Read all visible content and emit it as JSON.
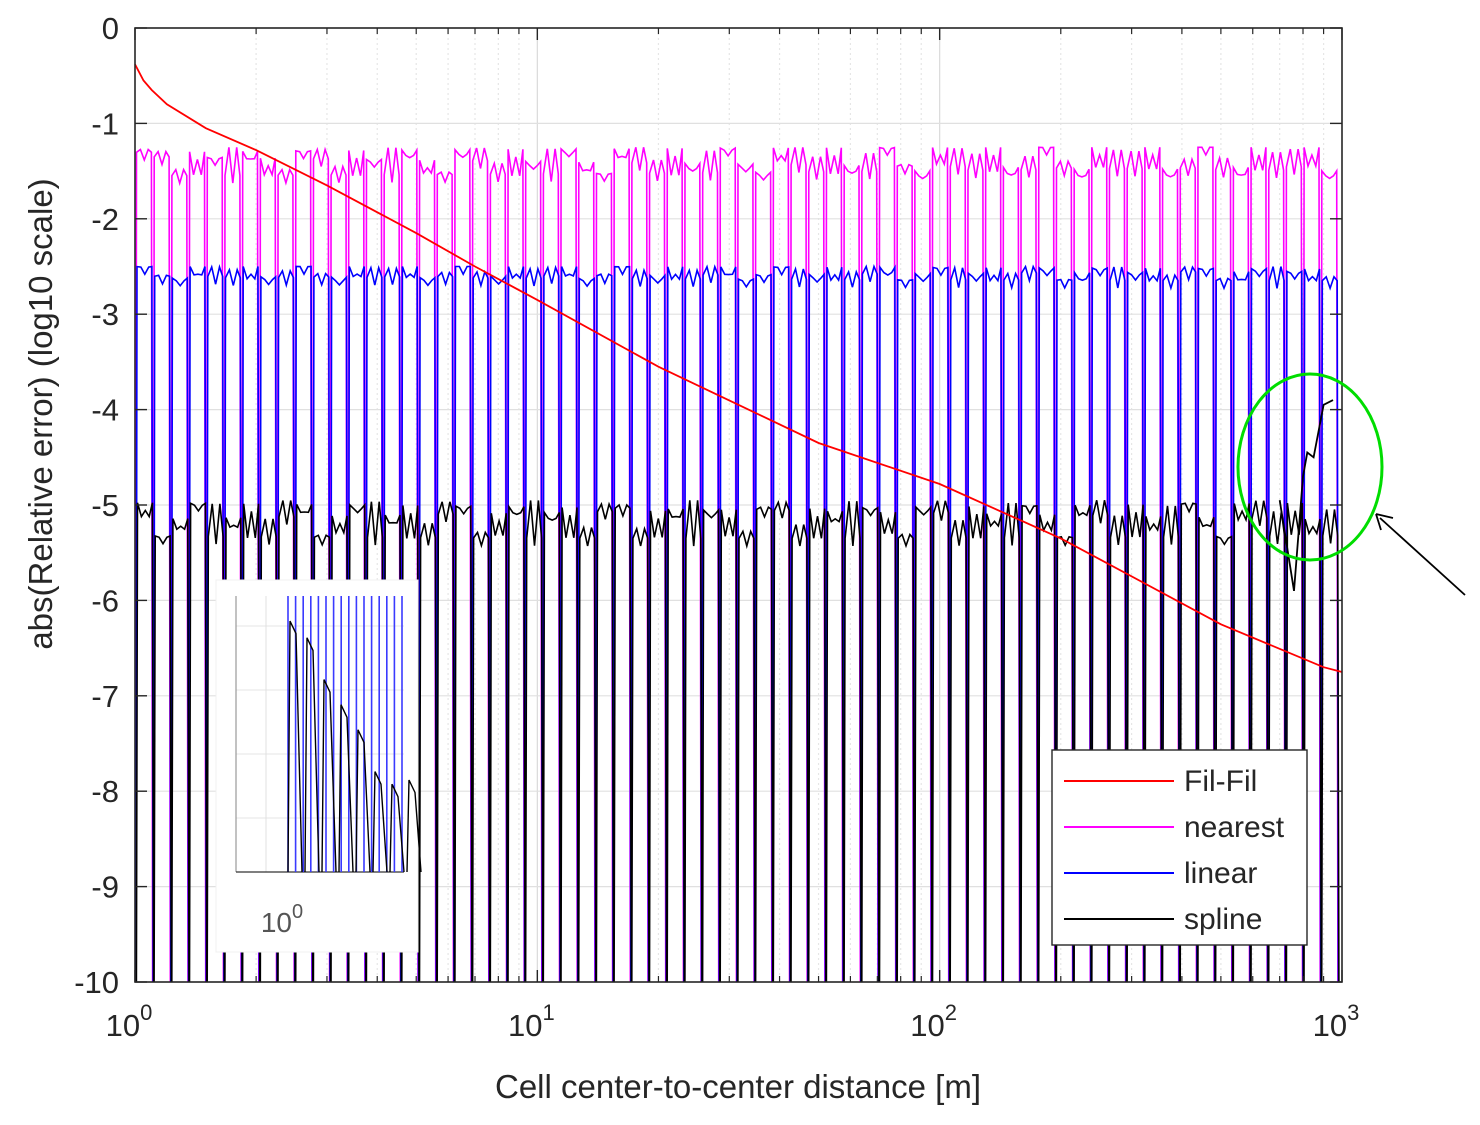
{
  "chart_data": {
    "type": "line",
    "title": "",
    "xlabel": "Cell center-to-center distance [m]",
    "ylabel": "abs(Relative error) (log10 scale)",
    "xscale": "log",
    "xlim": [
      1,
      1000
    ],
    "ylim": [
      -10,
      0
    ],
    "grid": true,
    "legend_position": "bottom-right",
    "x_ticks": [
      {
        "value": 1,
        "base": "10",
        "exp": "0"
      },
      {
        "value": 10,
        "base": "10",
        "exp": "1"
      },
      {
        "value": 100,
        "base": "10",
        "exp": "2"
      },
      {
        "value": 1000,
        "base": "10",
        "exp": "3"
      }
    ],
    "y_ticks": [
      "0",
      "-1",
      "-2",
      "-3",
      "-4",
      "-5",
      "-6",
      "-7",
      "-8",
      "-9",
      "-10"
    ],
    "series": [
      {
        "name": "Fil-Fil",
        "color": "#ff0000",
        "style": "smooth",
        "x": [
          1,
          1.05,
          1.1,
          1.2,
          1.5,
          2,
          3,
          5,
          7,
          10,
          20,
          50,
          100,
          200,
          500,
          900,
          1000
        ],
        "y": [
          -0.38,
          -0.55,
          -0.65,
          -0.8,
          -1.05,
          -1.28,
          -1.65,
          -2.15,
          -2.5,
          -2.85,
          -3.55,
          -4.35,
          -4.78,
          -5.35,
          -6.25,
          -6.7,
          -6.75
        ]
      },
      {
        "name": "nearest",
        "color": "#ff00ff",
        "style": "sawtooth",
        "peak_min": -1.55,
        "peak_max": -1.25,
        "trough": -10,
        "cycles": 68
      },
      {
        "name": "linear",
        "color": "#0000ff",
        "style": "sawtooth",
        "peak_min": -2.65,
        "peak_max": -2.5,
        "trough": -10,
        "cycles": 68
      },
      {
        "name": "spline",
        "color": "#000000",
        "style": "sawtooth",
        "peak_min": -5.35,
        "peak_max": -4.95,
        "trough": -10,
        "cycles": 68,
        "tail_x": [
          700,
          760,
          800,
          820,
          850,
          900,
          950
        ],
        "tail_y": [
          -4.95,
          -5.9,
          -4.7,
          -4.45,
          -4.5,
          -3.95,
          -3.9
        ]
      }
    ],
    "inset": {
      "x_tick": {
        "base": "10",
        "exp": "0"
      },
      "spline_peaks": [
        -6.3,
        -6.5,
        -7.0,
        -7.3,
        -7.6,
        -8.1,
        -8.25,
        -8.2
      ]
    },
    "annotation": {
      "type": "ellipse",
      "color": "#00dd00",
      "arrow_color": "#000000"
    }
  }
}
